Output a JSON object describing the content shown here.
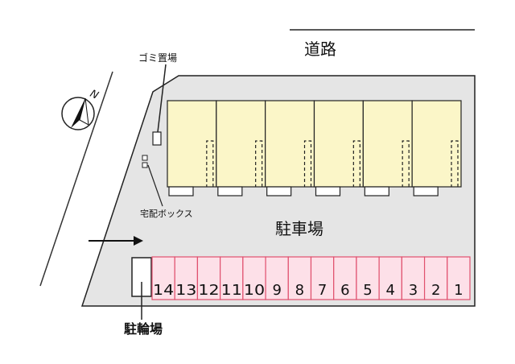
{
  "labels": {
    "road": "道路",
    "garbage": "ゴミ置場",
    "delivery_box": "宅配ボックス",
    "parking": "駐車場",
    "bicycle": "駐輪場",
    "north": "N"
  },
  "parking_spaces": [
    "14",
    "13",
    "12",
    "11",
    "10",
    "9",
    "8",
    "7",
    "6",
    "5",
    "4",
    "3",
    "2",
    "1"
  ],
  "units": [
    {},
    {},
    {},
    {},
    {},
    {}
  ],
  "colors": {
    "site_fill": "#e5e5e5",
    "building_fill": "#fbf6c8",
    "space_fill": "#fde0e8",
    "space_stroke": "#e0506e",
    "line": "#222222"
  }
}
